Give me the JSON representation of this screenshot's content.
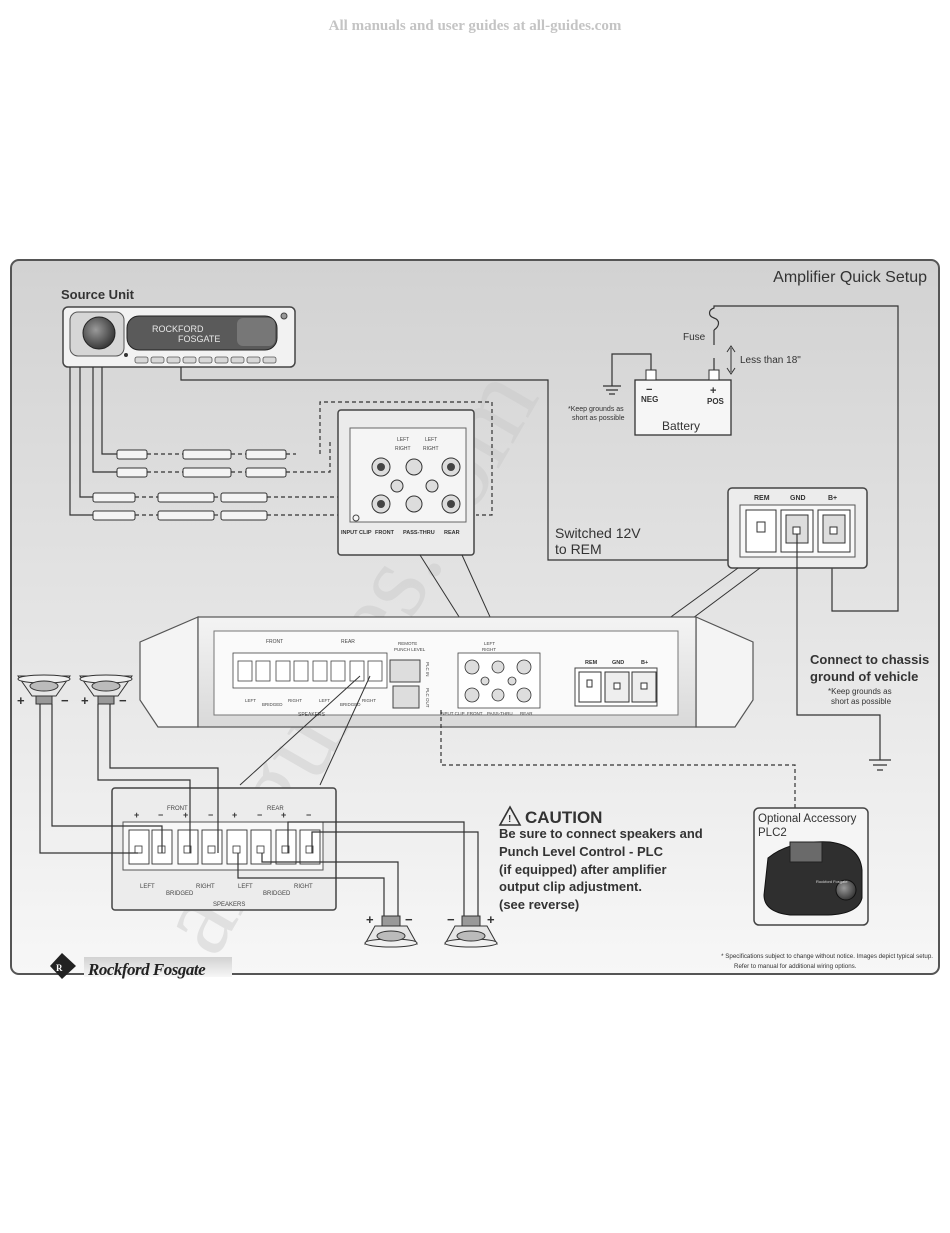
{
  "header": {
    "site_watermark": "All manuals and user guides at all-guides.com"
  },
  "panel": {
    "title": "Amplifier Quick Setup",
    "diagonal_watermark": "all-guides.com"
  },
  "source_unit": {
    "label": "Source Unit",
    "display_line1": "ROCKFORD",
    "display_line2": "FOSGATE"
  },
  "power": {
    "fuse_label": "Fuse",
    "distance_label": "Less than 18\"",
    "battery_label": "Battery",
    "neg_sign": "−",
    "neg_label": "NEG",
    "pos_sign": "+",
    "pos_label": "POS",
    "ground_note_line1": "*Keep grounds as",
    "ground_note_line2": "short as possible"
  },
  "remote": {
    "line1": "Switched 12V",
    "line2": "to REM"
  },
  "power_terminals": {
    "rem": "REM",
    "gnd": "GND",
    "bplus": "B+"
  },
  "chassis": {
    "line1": "Connect to chassis",
    "line2": "ground of vehicle",
    "note1": "*Keep grounds as",
    "note2": "short as possible"
  },
  "input_panel": {
    "left": "LEFT",
    "right": "RIGHT",
    "input_clip": "INPUT CLIP",
    "front": "FRONT",
    "pass_thru": "PASS-THRU",
    "rear": "REAR"
  },
  "amp": {
    "front": "FRONT",
    "rear": "REAR",
    "remote_punch_1": "REMOTE",
    "remote_punch_2": "PUNCH LEVEL",
    "plc_in": "PLC IN",
    "plc_out": "PLC OUT",
    "left": "LEFT",
    "right": "RIGHT",
    "bridged": "BRIDGED",
    "speakers": "SPEAKERS",
    "rem": "REM",
    "gnd": "GND",
    "bplus": "B+",
    "left_s": "LEFT",
    "right_s": "RIGHT",
    "input_clip": "INPUT CLIP",
    "front_in": "FRONT",
    "pass_thru": "PASS-THRU",
    "rear_in": "REAR"
  },
  "speaker_block": {
    "front": "FRONT",
    "rear": "REAR",
    "left": "LEFT",
    "right": "RIGHT",
    "bridged": "BRIDGED",
    "speakers": "SPEAKERS"
  },
  "caution": {
    "title": "CAUTION",
    "line1": "Be sure to connect speakers and",
    "line2": "Punch Level Control - PLC",
    "line3": "(if equipped) after amplifier",
    "line4": "output clip adjustment.",
    "line5": "(see reverse)"
  },
  "accessory": {
    "line1": "Optional Accessory",
    "line2": "PLC2",
    "knob_brand": "Rockford Fosgate"
  },
  "footer": {
    "brand": "Rockford Fosgate",
    "disclaimer1": "* Specifications subject to change without notice. Images depict typical setup.",
    "disclaimer2": "Refer to manual for additional wiring options."
  },
  "signs": {
    "plus": "+",
    "minus": "−"
  }
}
